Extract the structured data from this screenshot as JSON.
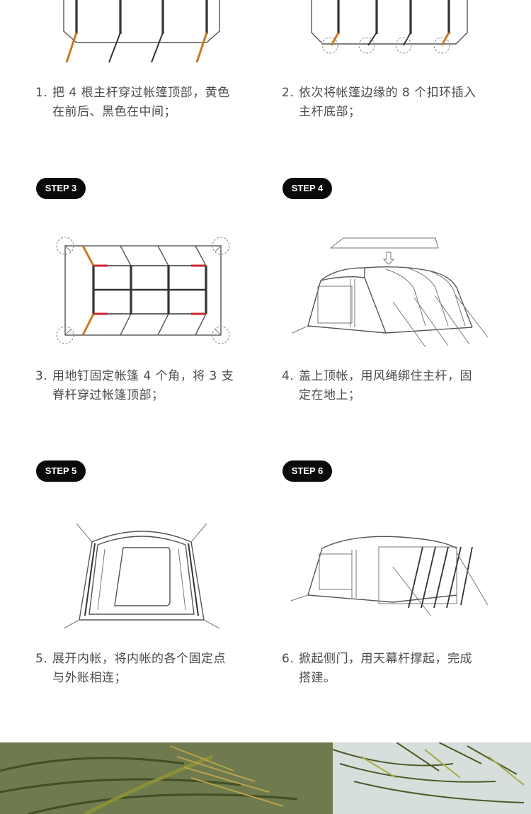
{
  "steps": [
    {
      "badge": "",
      "num": "1.",
      "line1": "把 4 根主杆穿过帐篷顶部，黄色",
      "line2": "在前后、黑色在中间；"
    },
    {
      "badge": "",
      "num": "2.",
      "line1": "依次将帐篷边缘的 8 个扣环插入",
      "line2": "主杆底部；"
    },
    {
      "badge": "STEP 3",
      "num": "3.",
      "line1": "用地钉固定帐篷 4 个角，将 3 支",
      "line2": "脊杆穿过帐篷顶部；"
    },
    {
      "badge": "STEP 4",
      "num": "4.",
      "line1": "盖上顶帐，用风绳绑住主杆，固",
      "line2": "定在地上；"
    },
    {
      "badge": "STEP 5",
      "num": "5.",
      "line1": "展开内帐，将内帐的各个固定点",
      "line2": "与外账相连；"
    },
    {
      "badge": "STEP 6",
      "num": "6.",
      "line1": "掀起侧门，用天幕杆撑起，完成",
      "line2": "搭建。"
    }
  ],
  "colors": {
    "pole_yellow": "#c97a25",
    "pole_black": "#333333",
    "ridge_red": "#c9262c",
    "badge_bg": "#0a0a0a"
  },
  "icons": {
    "arrow": "down-arrow-icon"
  }
}
